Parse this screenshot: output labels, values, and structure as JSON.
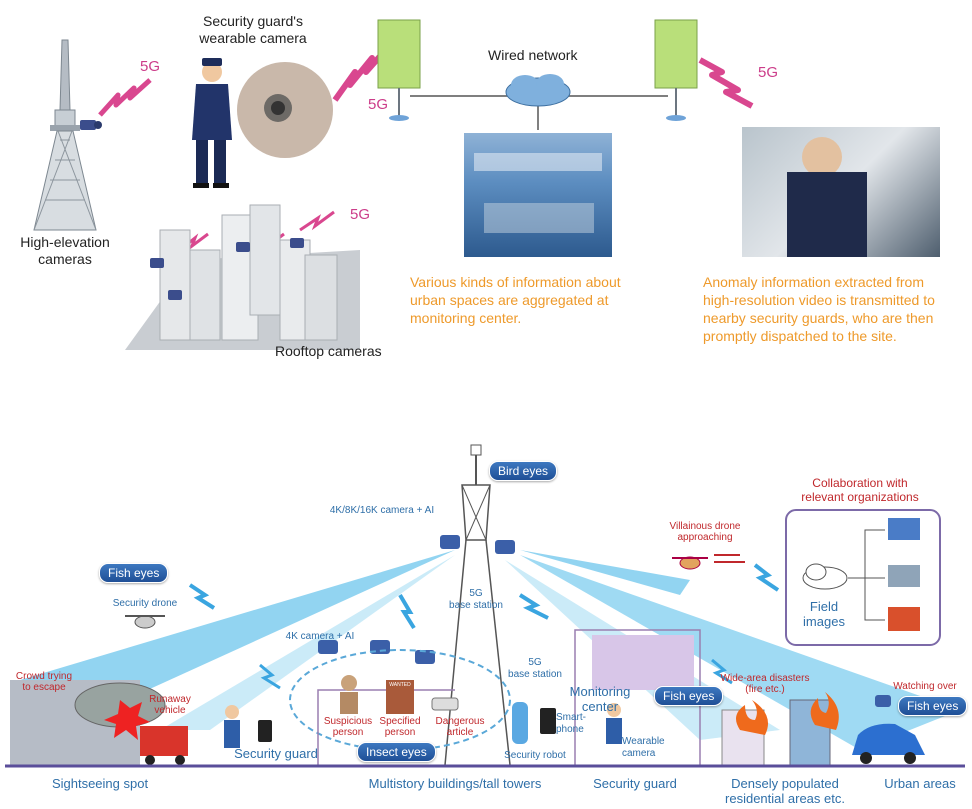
{
  "top": {
    "guard_camera_label": "Security guard's\nwearable camera",
    "wired_network_label": "Wired network",
    "high_elevation_label": "High-elevation\ncameras",
    "rooftop_label": "Rooftop cameras",
    "g5_labels": [
      "5G",
      "5G",
      "5G",
      "5G"
    ],
    "monitoring_caption": "Various kinds of information about\nurban spaces are aggregated at\nmonitoring center.",
    "anomaly_caption": "Anomaly information extracted from\nhigh-resolution video is transmitted to\nnearby security guards, who are then\npromptly dispatched to the site."
  },
  "bottom": {
    "bird_eyes": "Bird eyes",
    "camera_ai": "4K/8K/16K camera + AI",
    "base_station_5g": "5G\nbase station",
    "fish_eyes_left": "Fish eyes",
    "security_drone": "Security drone",
    "camera_4k_ai": "4K camera + AI",
    "base_station_5g_small": "5G\nbase station",
    "monitoring_center": "Monitoring\ncenter",
    "fish_eyes_center": "Fish eyes",
    "fish_eyes_right": "Fish eyes",
    "villainous_drone": "Villainous drone\napproaching",
    "collaboration": "Collaboration with\nrelevant organizations",
    "field_images": "Field\nimages",
    "crowd_escape": "Crowd trying\nto escape",
    "runaway_vehicle": "Runaway\nvehicle",
    "security_guard_mid": "Security guard",
    "suspicious_person": "Suspicious\nperson",
    "specified_person": "Specified\nperson",
    "wanted_sign": "WANTED",
    "dangerous_article": "Dangerous\narticle",
    "insect_eyes": "Insect eyes",
    "security_robot": "Security robot",
    "smartphone": "Smart-\nphone",
    "wearable_camera": "Wearable\ncamera",
    "wide_area_disasters": "Wide-area disasters\n(fire etc.)",
    "watching_over": "Watching over",
    "bottom_labels": {
      "sightseeing": "Sightseeing spot",
      "multistory": "Multistory buildings/tall towers",
      "security_guard": "Security guard",
      "densely": "Densely populated\nresidential areas etc.",
      "urban": "Urban areas"
    }
  },
  "colors": {
    "magenta_5g": "#cc3d8a",
    "orange_caption": "#ee9a2b",
    "blue_label": "#2f6fa8",
    "red_label": "#c0282c",
    "pill_blue": "#2a5fa8",
    "beam_blue": "#6cc4ec"
  },
  "icons": [
    "tower-icon",
    "camera-icon",
    "lightning-icon",
    "cloud-icon",
    "antenna-panel-icon",
    "drone-icon",
    "building-icon",
    "car-icon",
    "fire-icon",
    "smartphone-icon",
    "robot-icon",
    "truck-icon"
  ]
}
